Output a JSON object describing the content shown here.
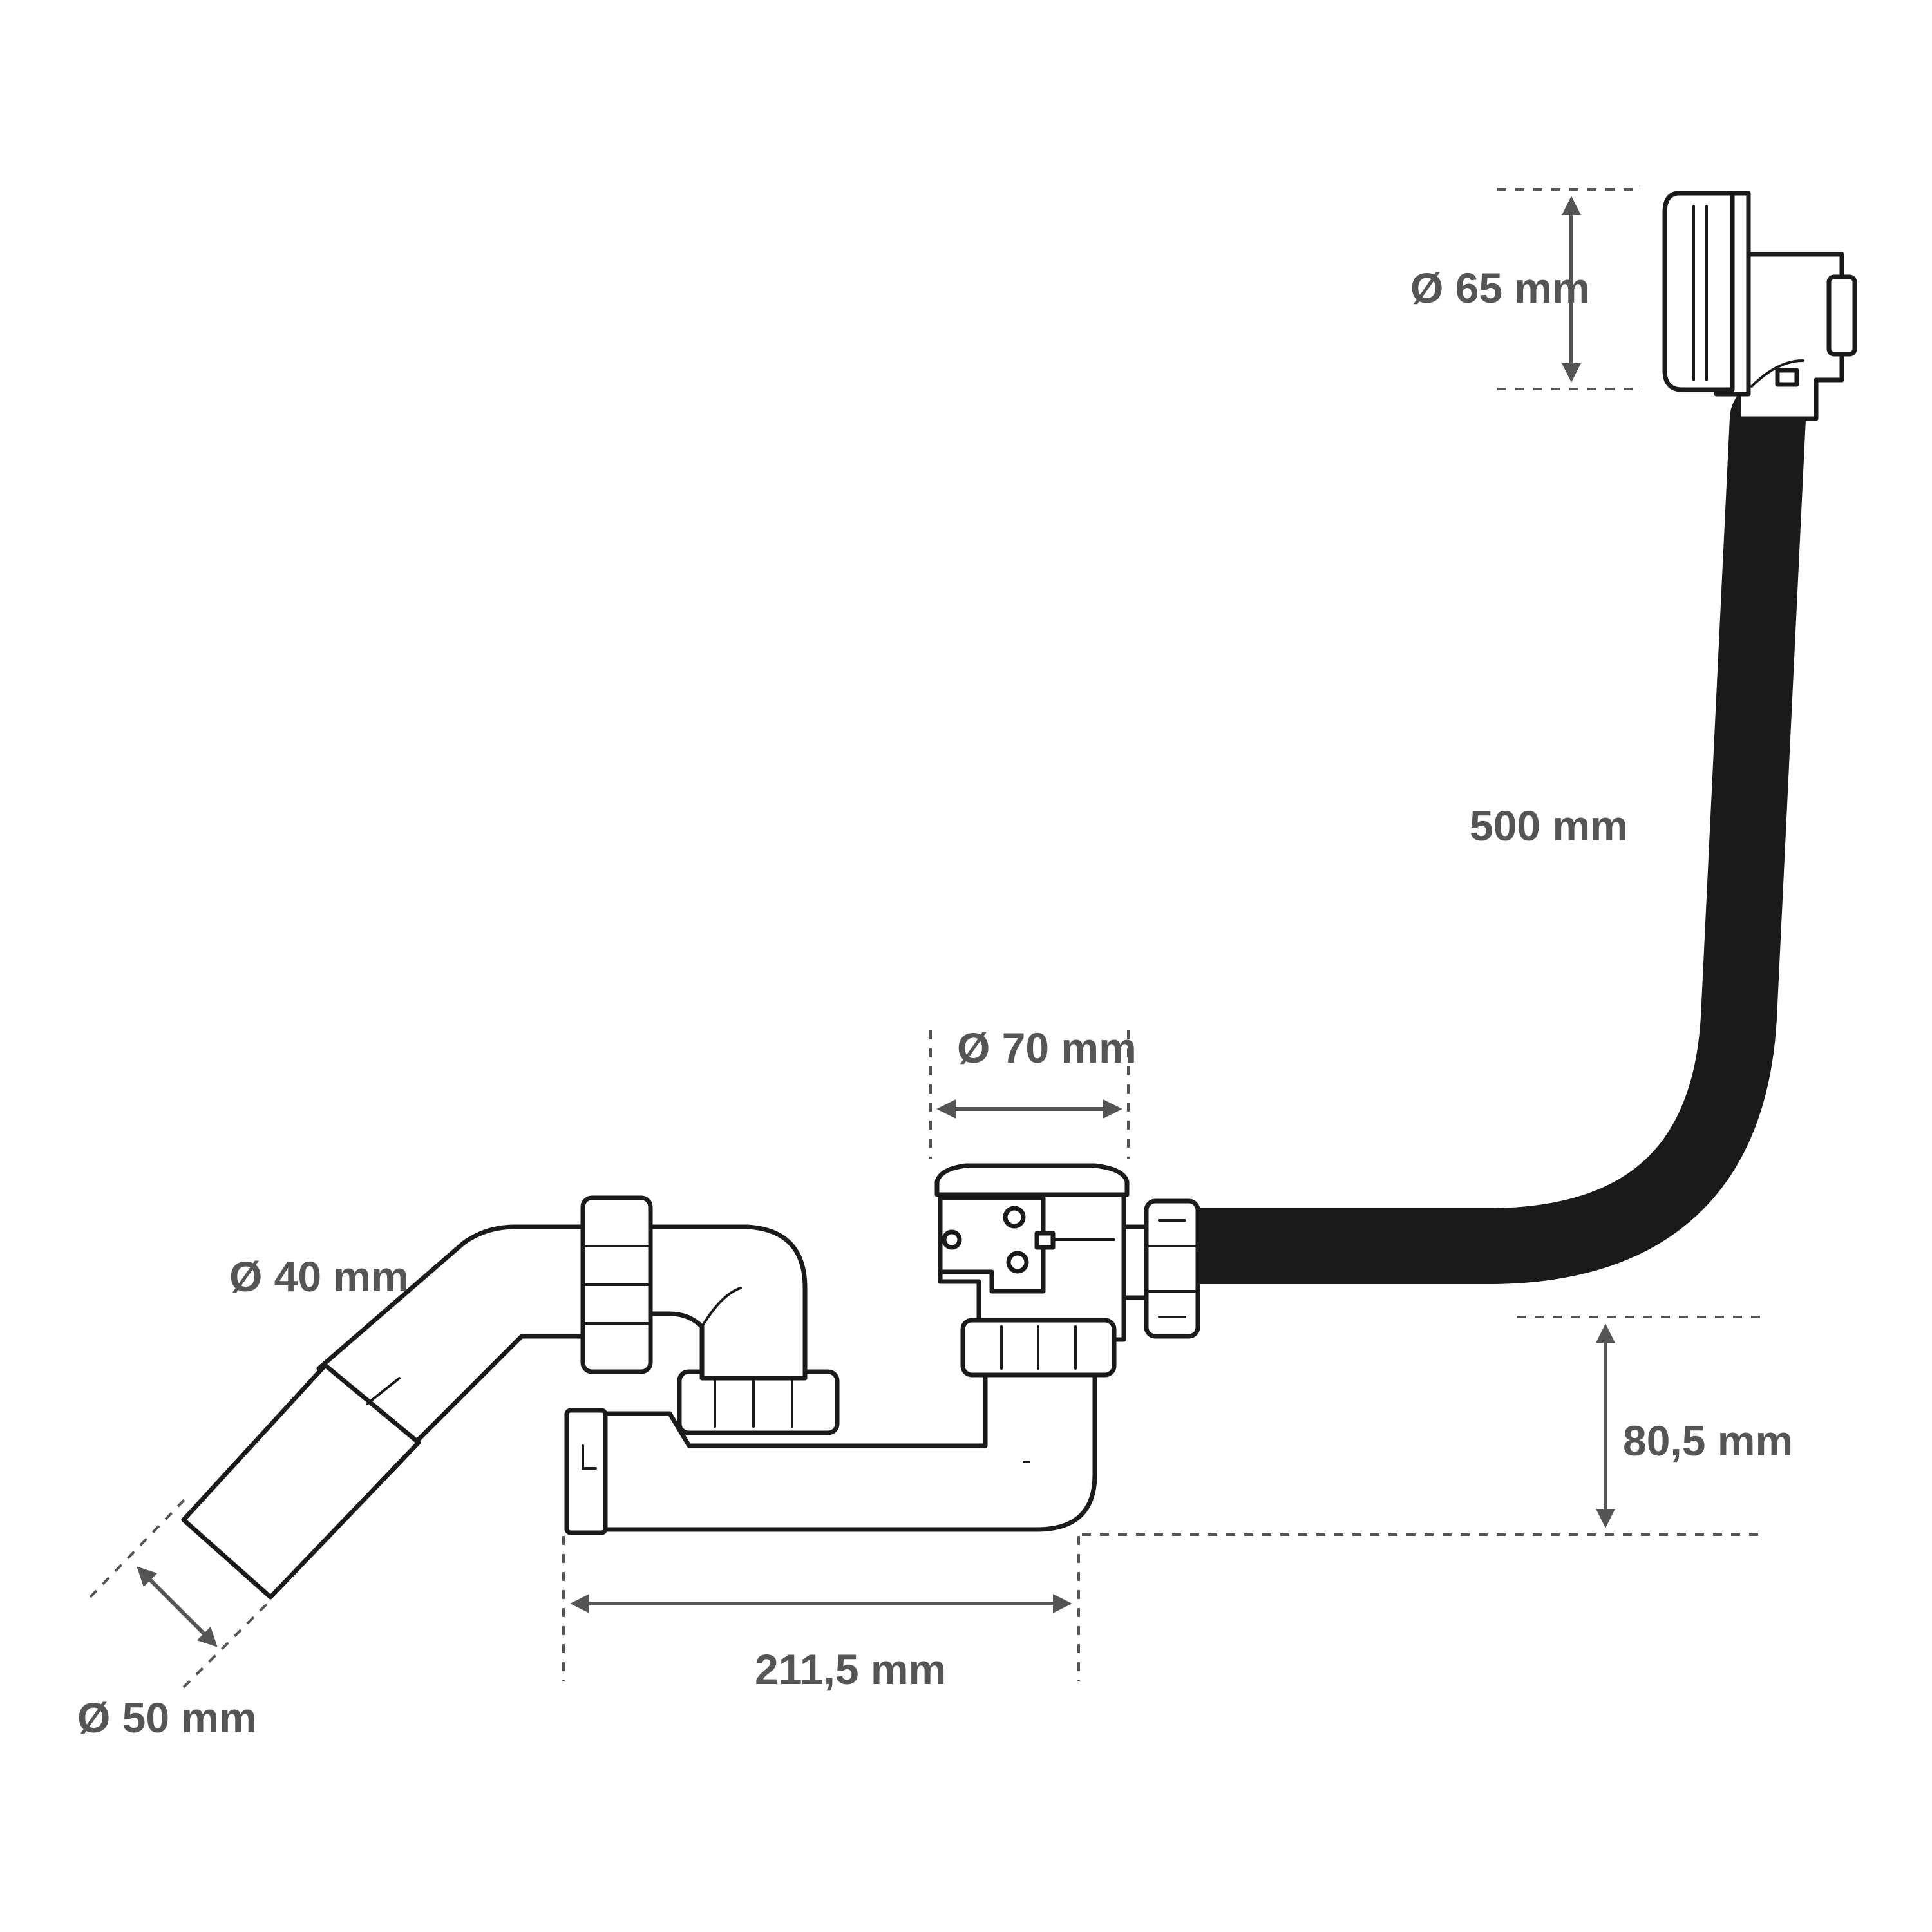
{
  "dimensions": {
    "overflow_diameter": "Ø 65 mm",
    "cable_length": "500 mm",
    "drain_diameter": "Ø 70 mm",
    "pipe_diameter": "Ø 40 mm",
    "outlet_diameter": "Ø 50 mm",
    "height": "80,5 mm",
    "width": "211,5 mm"
  },
  "colors": {
    "dimension": "#555555",
    "line": "#1a1a1a",
    "background": "#ffffff"
  }
}
